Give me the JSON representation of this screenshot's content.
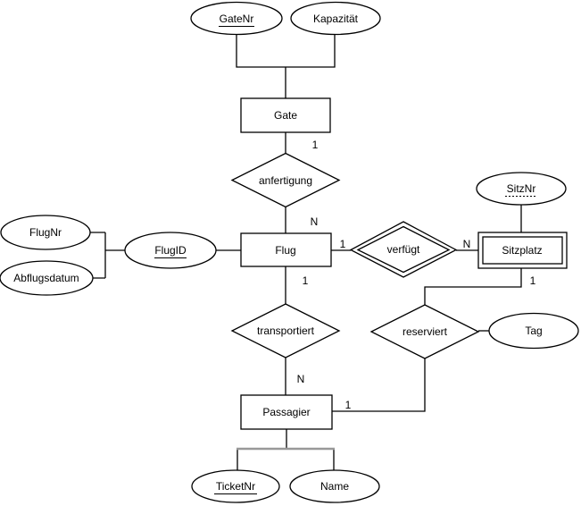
{
  "colors": {
    "background": "#ffffff",
    "shape_fill": "#ffffff",
    "stroke": "#000000",
    "bus_connector": "#999999"
  },
  "entities": {
    "gate": {
      "label": "Gate",
      "type": "entity"
    },
    "flug": {
      "label": "Flug",
      "type": "entity"
    },
    "sitzplatz": {
      "label": "Sitzplatz",
      "type": "weak-entity"
    },
    "passagier": {
      "label": "Passagier",
      "type": "entity"
    }
  },
  "relationships": {
    "anfertigung": {
      "label": "anfertigung",
      "type": "relationship",
      "between": [
        "Gate",
        "Flug"
      ],
      "cardinality": "1:N"
    },
    "verfuegt": {
      "label": "verfügt",
      "type": "identifying-relationship",
      "between": [
        "Flug",
        "Sitzplatz"
      ],
      "cardinality": "1:N"
    },
    "transportiert": {
      "label": "transportiert",
      "type": "relationship",
      "between": [
        "Flug",
        "Passagier"
      ],
      "cardinality": "1:N"
    },
    "reserviert": {
      "label": "reserviert",
      "type": "relationship",
      "between": [
        "Sitzplatz",
        "Passagier"
      ],
      "cardinality": "1:1"
    }
  },
  "attributes": {
    "gatenr": {
      "label": "GateNr",
      "key": "primary",
      "of": "Gate"
    },
    "kapazitaet": {
      "label": "Kapazität",
      "key": "none",
      "of": "Gate"
    },
    "flugnr": {
      "label": "FlugNr",
      "key": "none",
      "of": "Flug"
    },
    "abflugsdatum": {
      "label": "Abflugsdatum",
      "key": "none",
      "of": "Flug"
    },
    "flugid": {
      "label": "FlugID",
      "key": "primary",
      "of": "Flug"
    },
    "sitznr": {
      "label": "SitzNr",
      "key": "partial",
      "of": "Sitzplatz"
    },
    "tag": {
      "label": "Tag",
      "key": "none",
      "of": "reserviert"
    },
    "ticketnr": {
      "label": "TicketNr",
      "key": "primary",
      "of": "Passagier"
    },
    "name": {
      "label": "Name",
      "key": "none",
      "of": "Passagier"
    }
  },
  "cardinalities": {
    "gate_anfertigung": "1",
    "anfertigung_flug": "N",
    "flug_verfuegt": "1",
    "verfuegt_sitzplatz": "N",
    "flug_transportiert": "1",
    "transportiert_passagier": "N",
    "passagier_reserviert": "1",
    "sitzplatz_reserviert": "1"
  }
}
